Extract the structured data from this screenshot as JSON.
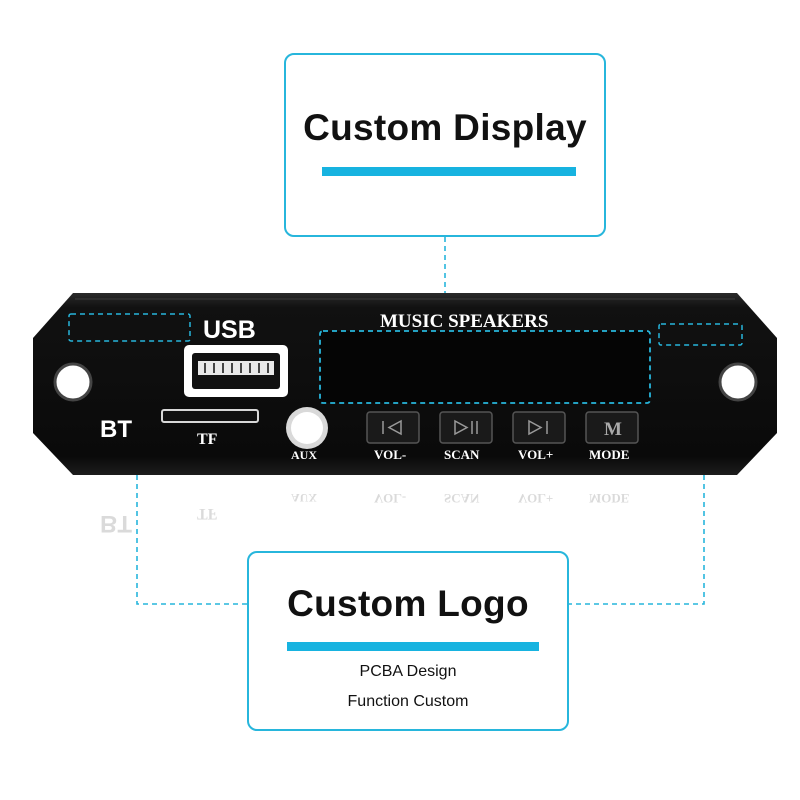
{
  "callouts": {
    "display": {
      "title": "Custom Display"
    },
    "logo": {
      "title": "Custom Logo",
      "lines": [
        "PCBA Design",
        "Function Custom"
      ]
    }
  },
  "panel": {
    "usb_label": "USB",
    "bt_label": "BT",
    "tf_label": "TF",
    "aux_label": "AUX",
    "display_label": "MUSIC SPEAKERS",
    "buttons": [
      {
        "label": "VOL-",
        "icon": "previous-track-icon"
      },
      {
        "label": "SCAN",
        "icon": "play-pause-icon"
      },
      {
        "label": "VOL+",
        "icon": "next-track-icon"
      },
      {
        "label": "MODE",
        "icon": "mode-letter-icon",
        "glyph": "M"
      }
    ]
  },
  "colors": {
    "accent": "#17b3e0",
    "outline": "#27b6dc",
    "panel": "#0c0c0c",
    "text": "#111111"
  }
}
